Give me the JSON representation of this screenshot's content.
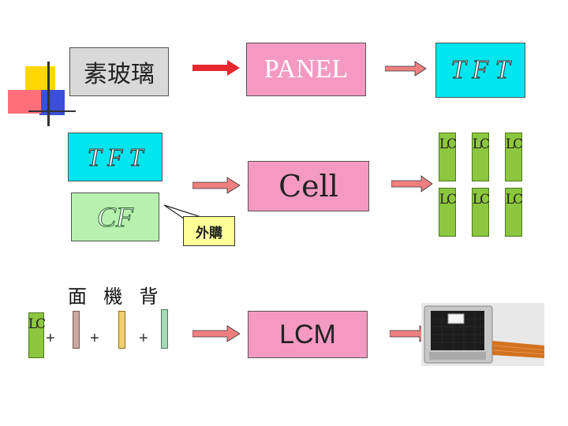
{
  "boxes": {
    "raw_glass": "素玻璃",
    "panel": "PANEL",
    "tft_top": "T F T",
    "tft_left": "T F T",
    "cf": "CF",
    "cell": "Cell",
    "outsource": "外購",
    "lcm": "LCM"
  },
  "lc_label": "LC",
  "lcm_row": {
    "lc": "LC",
    "plus": "+",
    "parts_label": "面  機  背"
  },
  "colors": {
    "gray_box": "#d9d9d9",
    "pink_box": "#f49ac2",
    "cyan_box": "#00e5ee",
    "cf_box": "#b8f0b0",
    "lc_green": "#8dc63f",
    "arrow_red": "#e8282e",
    "arrow_salmon": "#f08080",
    "deco_yellow": "#ffd700",
    "deco_blue": "#3b4fd8",
    "deco_pink": "#ff6f7a"
  },
  "images": [
    "lcm-module-photo"
  ]
}
